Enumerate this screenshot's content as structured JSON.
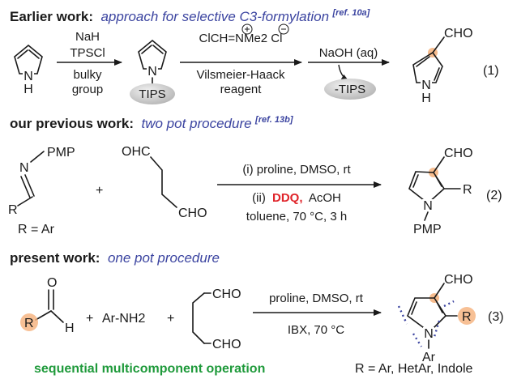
{
  "section1": {
    "title_bold": "Earlier work:",
    "title_italic": "approach for selective C3-formylation",
    "ref": "[ref. 10a]",
    "reagents_step1": [
      "NaH",
      "TPSCl",
      "bulky",
      "group"
    ],
    "protecting_group": "TIPS",
    "reagent_vilsmeier_formula": "ClCH=NMe2 Cl",
    "vilsmeier_label": [
      "Vilsmeier-Haack",
      "reagent"
    ],
    "base": "NaOH (aq)",
    "removed": "-TIPS",
    "product_group": "CHO",
    "nh": "N",
    "h": "H",
    "eq_no": "(1)"
  },
  "section2": {
    "title_bold": "our previous work:",
    "title_italic": "two pot procedure",
    "ref": "[ref. 13b]",
    "pmp": "PMP",
    "r": "R",
    "r_def": "R = Ar",
    "plus": "+",
    "ohc": "OHC",
    "cho": "CHO",
    "cond1": "(i) proline, DMSO, rt",
    "cond2_prefix": "(ii)",
    "cond2_ddq": "DDQ,",
    "cond2_rest": "AcOH",
    "cond3": "toluene, 70 °C, 3 h",
    "product_cho": "CHO",
    "product_r": "R",
    "product_n": "N",
    "product_pmp": "PMP",
    "eq_no": "(2)"
  },
  "section3": {
    "title_bold": "present work:",
    "title_italic": "one pot procedure",
    "o": "O",
    "r": "R",
    "h": "H",
    "plus": "+",
    "amine": "Ar-NH2",
    "cho_top": "CHO",
    "cho_bottom": "CHO",
    "cond1": "proline, DMSO, rt",
    "cond2": "IBX, 70 °C",
    "product_cho": "CHO",
    "product_r": "R",
    "product_n": "N",
    "product_ar": "Ar",
    "eq_no": "(3)",
    "footer_green": "sequential multicomponent operation",
    "r_def": "R = Ar, HetAr, Indole"
  },
  "colors": {
    "title_blue": "#3b44a0",
    "ddq_red": "#e0252b",
    "green": "#1f9a3b",
    "highlight_orange": "#f5b07a",
    "blob_gray": "#c8c8c8"
  }
}
